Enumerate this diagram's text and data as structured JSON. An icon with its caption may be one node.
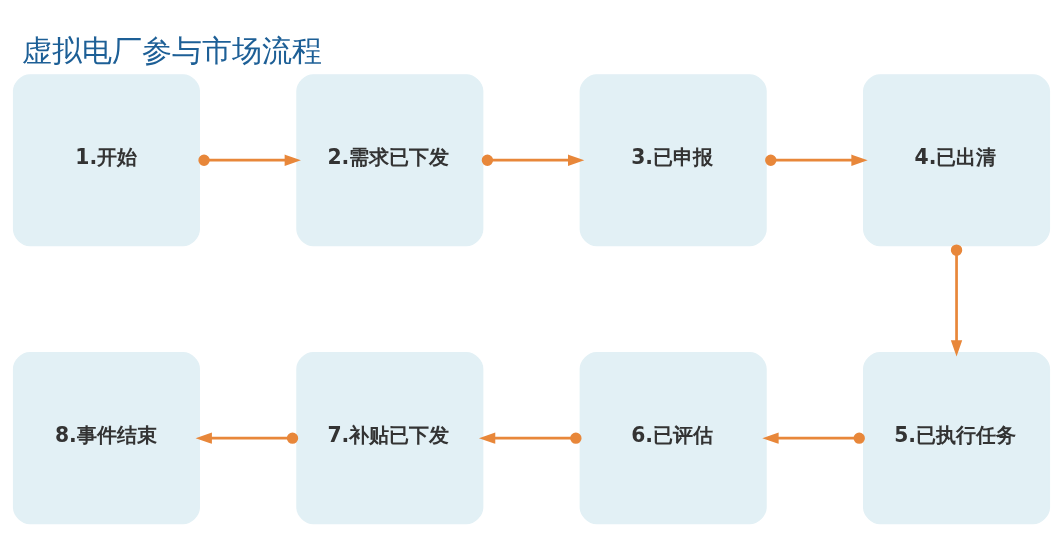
{
  "diagram": {
    "title": "虚拟电厂参与市场流程",
    "nodes": [
      {
        "text": [
          "1.开始"
        ]
      },
      {
        "text": [
          "2.需求已下发"
        ]
      },
      {
        "text": [
          "3.已申报"
        ]
      },
      {
        "text": [
          "4.已出清"
        ]
      },
      {
        "text": [
          "5.已执行任务"
        ]
      },
      {
        "text": [
          "6.已评估"
        ]
      },
      {
        "text": [
          "7.补贴已下发"
        ]
      },
      {
        "text": [
          "8.事件结束"
        ]
      }
    ],
    "edges": [
      {
        "from": 0,
        "to": 1,
        "arrow": "to"
      },
      {
        "from": 1,
        "to": 2,
        "arrow": "to"
      },
      {
        "from": 2,
        "to": 3,
        "arrow": "to"
      },
      {
        "from": 3,
        "to": 4,
        "arrow": "to"
      },
      {
        "from": 4,
        "to": 5,
        "arrow": "to"
      },
      {
        "from": 5,
        "to": 6,
        "arrow": "to"
      },
      {
        "from": 6,
        "to": 7,
        "arrow": "to"
      }
    ]
  }
}
